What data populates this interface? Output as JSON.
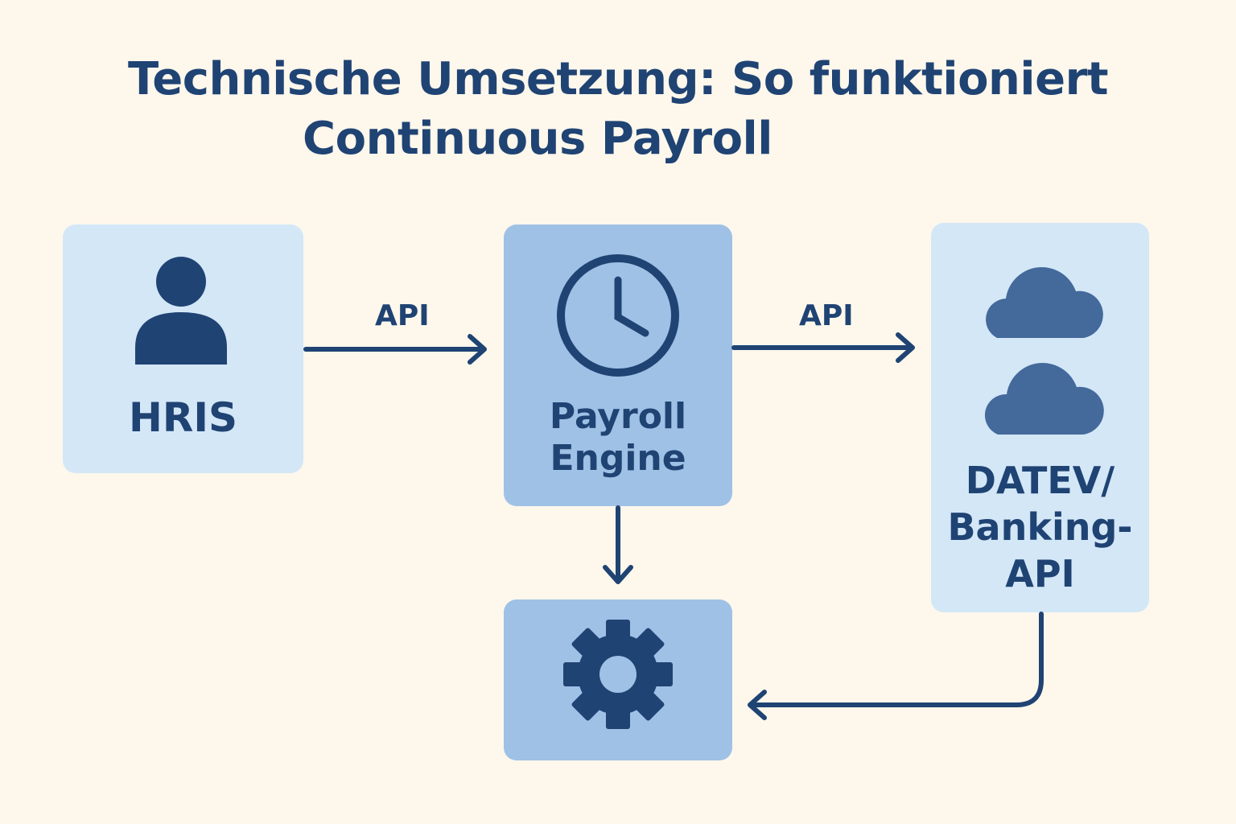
{
  "title": {
    "line1": "Technische Umsetzung: So funktioniert",
    "line2": "Continuous Payroll"
  },
  "nodes": {
    "hris": {
      "label": "HRIS",
      "icon": "person-icon"
    },
    "engine": {
      "label_line1": "Payroll",
      "label_line2": "Engine",
      "icon": "clock-icon"
    },
    "datev": {
      "label_line1": "DATEV/",
      "label_line2": "Banking-",
      "label_line3": "API",
      "icon": "cloud-icon"
    },
    "processing": {
      "icon": "gear-icon"
    }
  },
  "edges": {
    "hris_to_engine": "API",
    "engine_to_datev": "API"
  },
  "colors": {
    "background": "#fdf7ec",
    "primary": "#1f4373",
    "box_light": "#d3e7f7",
    "box_mid": "#9fc1e6",
    "cloud": "#44699b"
  }
}
